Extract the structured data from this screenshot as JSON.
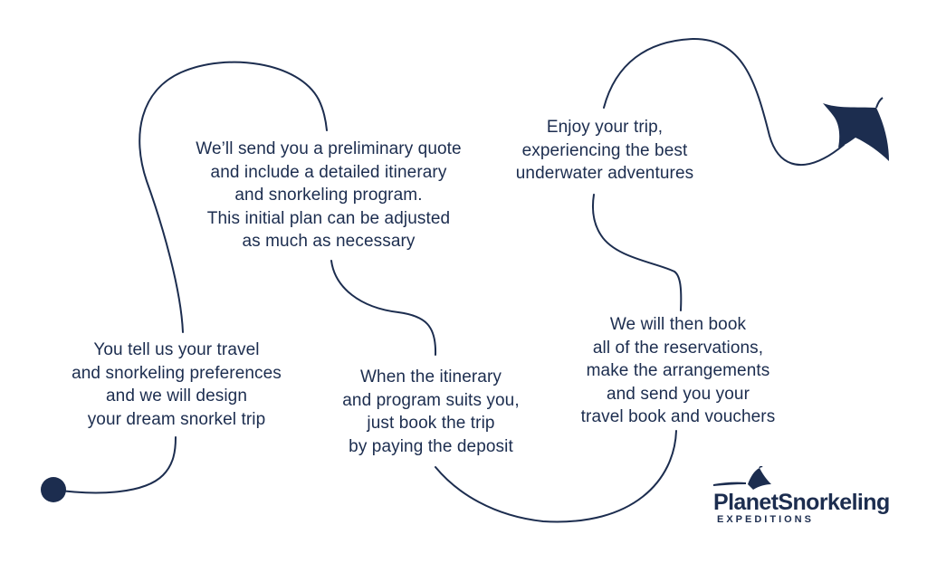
{
  "colors": {
    "ink": "#1c2d4f",
    "background": "#ffffff"
  },
  "steps": [
    {
      "lines": [
        "You tell us your travel",
        "and snorkeling preferences",
        "and we will design",
        "your dream snorkel trip"
      ]
    },
    {
      "lines": [
        "We’ll send you a preliminary quote",
        "and include a detailed itinerary",
        "and snorkeling program.",
        "This initial plan can be adjusted",
        "as much as necessary"
      ]
    },
    {
      "lines": [
        "When the itinerary",
        "and program suits you,",
        "just book the trip",
        "by paying the deposit"
      ]
    },
    {
      "lines": [
        "We will then book",
        "all of the reservations,",
        "make the arrangements",
        "and send you your",
        "travel book and vouchers"
      ]
    },
    {
      "lines": [
        "Enjoy your trip,",
        "experiencing the best",
        "underwater adventures"
      ]
    }
  ],
  "logo": {
    "name": "PlanetSnorkeling",
    "tagline": "EXPEDITIONS",
    "icon": "manta-ray-icon"
  },
  "icons": {
    "start": "start-dot-icon",
    "end": "manta-ray-icon"
  }
}
